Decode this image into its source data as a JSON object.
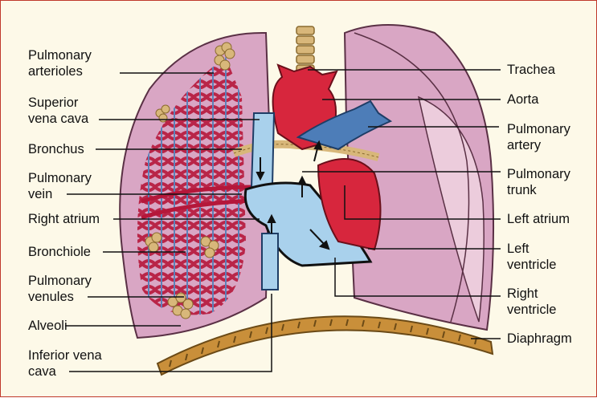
{
  "colors": {
    "background": "#fdf9e8",
    "border": "#c0392b",
    "lung": "#d9a6c4",
    "lung_light": "#ecccdc",
    "oxygenated_red": "#d7263d",
    "deoxygenated_blue": "#4d7db8",
    "venous_light_blue": "#a9d1ec",
    "alveoli": "#d8b77a",
    "diaphragm": "#c98f3a"
  },
  "labels": {
    "pulmonary_arterioles": [
      "Pulmonary",
      "arterioles"
    ],
    "superior_vena_cava": [
      "Superior",
      "vena cava"
    ],
    "bronchus": [
      "Bronchus"
    ],
    "pulmonary_vein": [
      "Pulmonary",
      "vein"
    ],
    "right_atrium": [
      "Right atrium"
    ],
    "bronchiole": [
      "Bronchiole"
    ],
    "pulmonary_venules": [
      "Pulmonary",
      "venules"
    ],
    "alveoli": [
      "Alveoli"
    ],
    "inferior_vena_cava": [
      "Inferior vena",
      "cava"
    ],
    "trachea": [
      "Trachea"
    ],
    "aorta": [
      "Aorta"
    ],
    "pulmonary_artery": [
      "Pulmonary",
      "artery"
    ],
    "pulmonary_trunk": [
      "Pulmonary",
      "trunk"
    ],
    "left_atrium": [
      "Left atrium"
    ],
    "left_ventricle": [
      "Left",
      "ventricle"
    ],
    "right_ventricle": [
      "Right",
      "ventricle"
    ],
    "diaphragm": [
      "Diaphragm"
    ]
  }
}
